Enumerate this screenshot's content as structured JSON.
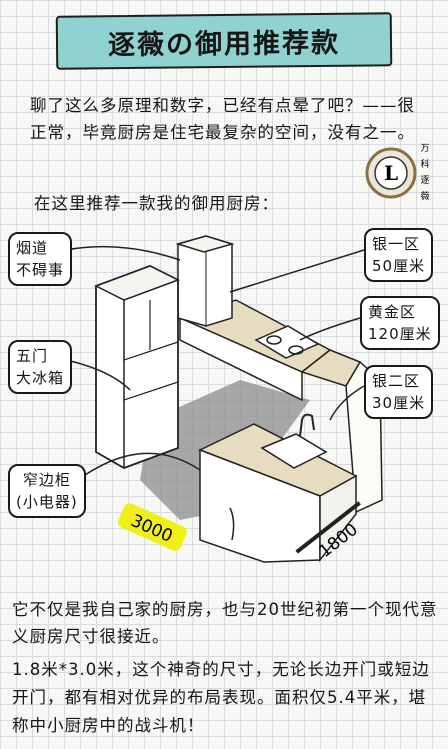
{
  "title": "逐薇の御用推荐款",
  "intro_text": "聊了这么多原理和数字，已经有点晕了吧？——很正常，毕竟厨房是住宅最复杂的空间，没有之一。",
  "recommend_text": "在这里推荐一款我的御用厨房：",
  "stamp": {
    "letter": "L",
    "chars": [
      "万",
      "科",
      "逐",
      "薇"
    ]
  },
  "labels": {
    "chimney": "烟道\n不碍事",
    "fridge": "五门\n大冰箱",
    "side_cabinet": "窄边柜\n(小电器)",
    "silver_zone_1": "银一区\n50厘米",
    "gold_zone": "黄金区\n120厘米",
    "silver_zone_2": "银二区\n30厘米"
  },
  "dimensions": {
    "length": "3000",
    "width": "1800"
  },
  "body_text_1": "它不仅是我自己家的厨房，也与20世纪初第一个现代意义厨房尺寸很接近。",
  "body_text_2": "1.8米*3.0米，这个神奇的尺寸，无论长边开门或短边开门，都有相对优异的布局表现。面积仅5.4平米，堪称中小厨房中的战斗机！",
  "colors": {
    "banner": "#8fd2cf",
    "counter_top": "#e8dcc0",
    "floor_shadow": "#8c8c8c",
    "highlight": "#f0f018"
  }
}
